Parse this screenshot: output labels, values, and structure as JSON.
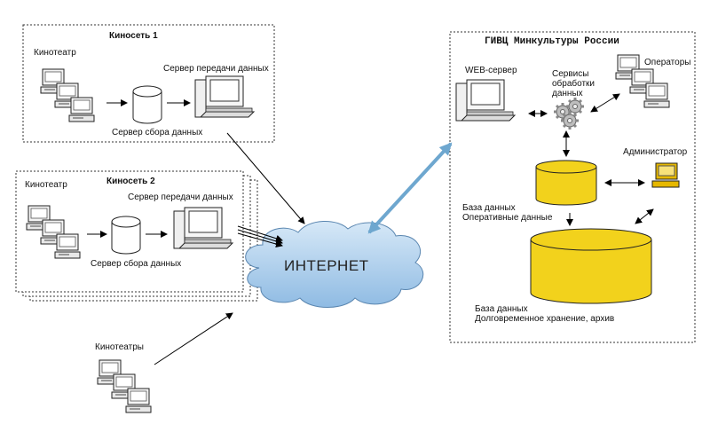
{
  "net1": {
    "title": "Киносеть 1",
    "cinema": "Кинотеатр",
    "transfer_server": "Сервер передачи данных",
    "collect_server": "Сервер сбора данных"
  },
  "net2": {
    "title": "Киносеть 2",
    "cinema": "Кинотеатр",
    "transfer_server": "Сервер передачи данных",
    "collect_server": "Сервер сбора данных"
  },
  "cinemas": "Кинотеатры",
  "internet": "ИНТЕРНЕТ",
  "givc": {
    "title": "ГИВЦ Минкультуры России",
    "web_server": "WEB-сервер",
    "services": [
      "Сервисы",
      "обработки",
      "данных"
    ],
    "operators": "Операторы",
    "admin": "Администратор",
    "db_operational": [
      "База данных",
      "Оперативные данные"
    ],
    "db_archive": [
      "База данных",
      "Долговременное хранение, архив"
    ]
  },
  "colors": {
    "db_yellow": "#f2d21c",
    "arrow_blue": "#6ea7cf",
    "cloud_blue": "#9ec6ea"
  }
}
